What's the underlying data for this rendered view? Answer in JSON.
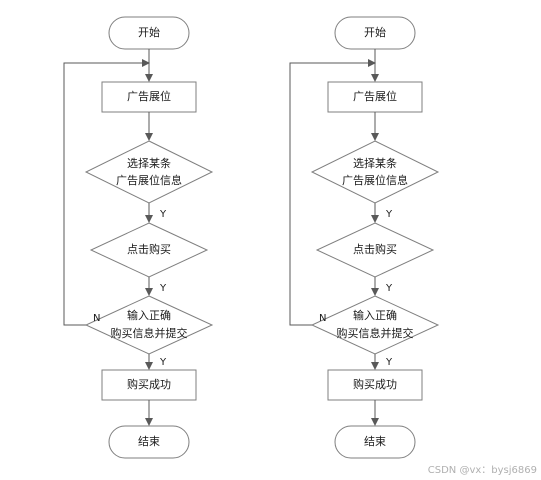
{
  "flowcharts": [
    {
      "start": "开始",
      "ad_slot": "广告展位",
      "select_line1": "选择某条",
      "select_line2": "广告展位信息",
      "click_buy": "点击购买",
      "input_line1": "输入正确",
      "input_line2": "购买信息并提交",
      "success": "购买成功",
      "end": "结束",
      "yes1": "Y",
      "yes2": "Y",
      "yes3": "Y",
      "no": "N"
    },
    {
      "start": "开始",
      "ad_slot": "广告展位",
      "select_line1": "选择某条",
      "select_line2": "广告展位信息",
      "click_buy": "点击购买",
      "input_line1": "输入正确",
      "input_line2": "购买信息并提交",
      "success": "购买成功",
      "end": "结束",
      "yes1": "Y",
      "yes2": "Y",
      "yes3": "Y",
      "no": "N"
    }
  ],
  "watermark": "CSDN @vx：bysj6869"
}
